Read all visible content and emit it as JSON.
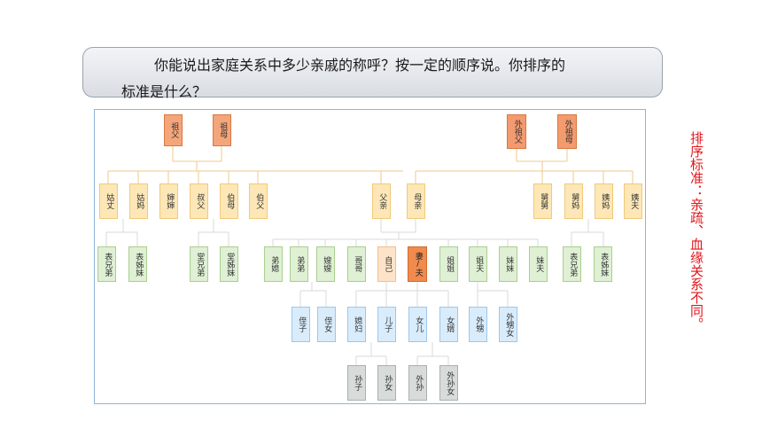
{
  "question": {
    "line1": "你能说出家庭关系中多少亲戚的称呼？按一定的顺序说。你排序的",
    "line2": "标准是什么？"
  },
  "side_note": "排序标准：亲疏、血缘关系不同。",
  "tree": {
    "paternal_grandfather": "祖父",
    "paternal_grandmother": "祖母",
    "maternal_grandfather": "外祖父",
    "maternal_grandmother": "外祖母",
    "gu_zhang": "姑丈",
    "gu_ma": "姑妈",
    "shen_shen": "婶婶",
    "shu_fu": "叔父",
    "bo_mu": "伯母",
    "bo_fu": "伯父",
    "father": "父亲",
    "mother": "母亲",
    "jiu_jiu": "舅舅",
    "jiu_ma": "舅妈",
    "yi_ma": "姨妈",
    "yi_fu": "姨夫",
    "biao_xiong_di_1": "表兄弟",
    "biao_jie_mei_1": "表姊妹",
    "tang_xiong_di": "堂兄弟",
    "tang_jie_mei": "堂姊妹",
    "di_xi": "弟媳",
    "di_di": "弟弟",
    "sao_sao": "嫂嫂",
    "ge_ge": "哥哥",
    "self": "自己",
    "spouse": "妻/夫",
    "jie_jie": "姐姐",
    "jie_fu": "姐夫",
    "mei_mei": "妹妹",
    "mei_fu": "妹夫",
    "biao_xiong_di_2": "表兄弟",
    "biao_jie_mei_2": "表姊妹",
    "zhi_zi": "侄子",
    "zhi_nv": "侄女",
    "xi_fu": "媳妇",
    "er_zi": "儿子",
    "nv_er": "女儿",
    "nv_xu": "女婿",
    "wai_sheng": "外甥",
    "wai_sheng_nv": "外甥女",
    "sun_zi": "孙子",
    "sun_nv": "孙女",
    "wai_sun": "外孙",
    "wai_sun_nv": "外孙女"
  }
}
